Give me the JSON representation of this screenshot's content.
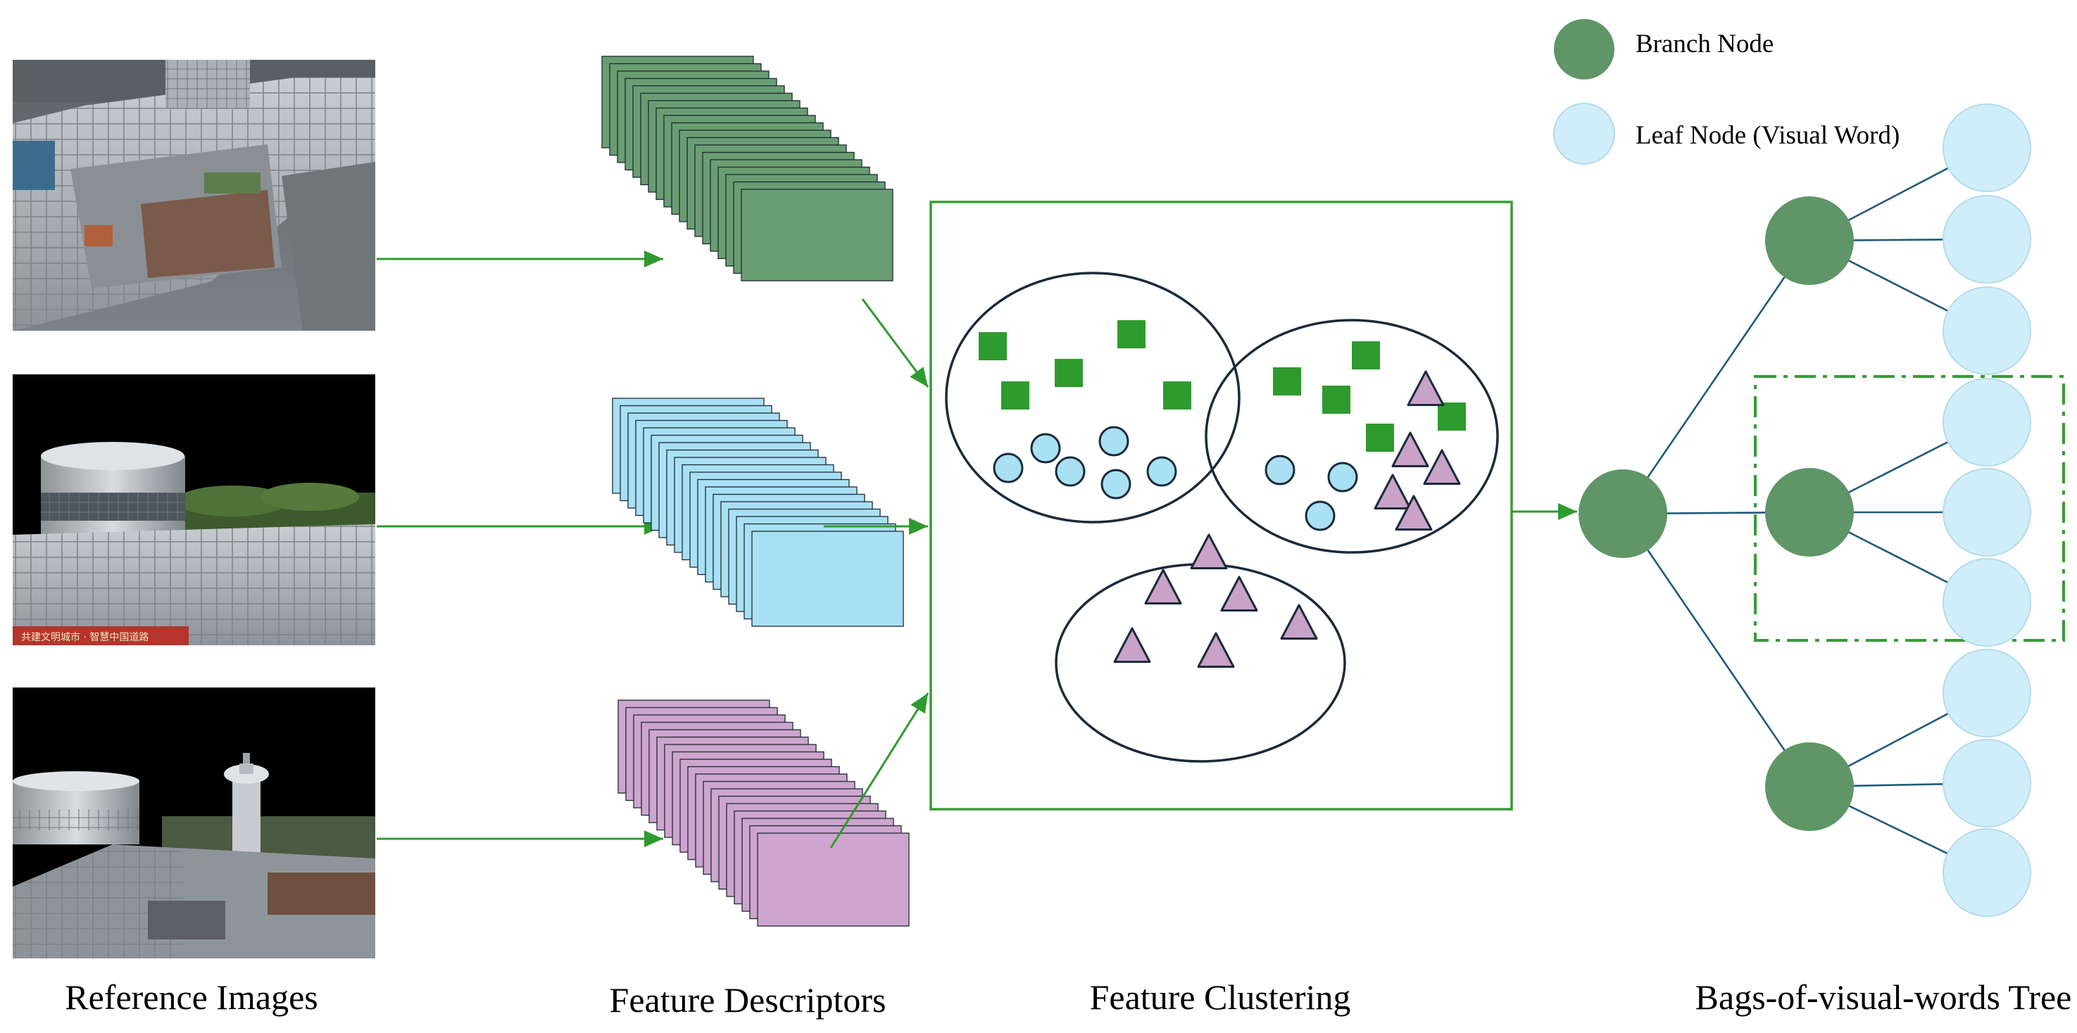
{
  "legend": {
    "branch_node": "Branch Node",
    "leaf_node": "Leaf Node (Visual Word)"
  },
  "captions": {
    "reference_images": "Reference Images",
    "feature_descriptors": "Feature Descriptors",
    "feature_clustering": "Feature Clustering",
    "bovw_tree": "Bags-of-visual-words Tree"
  },
  "photo_banner_text": "共建文明城市 · 智慧中国道路",
  "colors": {
    "arrow_green": "#2e9b2e",
    "frame_green": "#3a9a3a",
    "descriptor_green": "#6a9e72",
    "descriptor_blue": "#a8e0f5",
    "descriptor_pink": "#cda5cf",
    "cluster_green": "#2e9b2e",
    "cluster_circle": "#a9e0f3",
    "cluster_triangle": "#c9a2c8",
    "branch_node": "#5f9567",
    "leaf_node": "#cfeef9",
    "tree_edge": "#1f5a7a",
    "highlight_box": "#3a9a3a"
  }
}
